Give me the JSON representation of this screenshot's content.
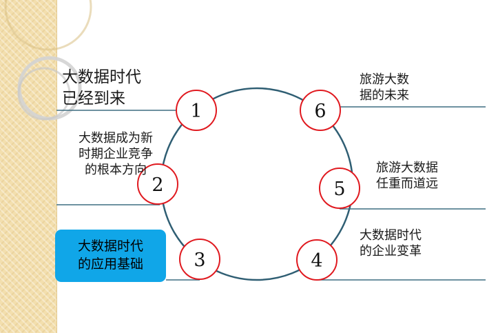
{
  "nodes": [
    {
      "number": "1",
      "label": "大数据时代\n已经到来"
    },
    {
      "number": "2",
      "label": "大数据成为新\n时期企业竞争\n的根本方向"
    },
    {
      "number": "3",
      "label": "大数据时代\n的应用基础"
    },
    {
      "number": "4",
      "label": "大数据时代\n的企业变革"
    },
    {
      "number": "5",
      "label": "旅游大数据\n任重而道远"
    },
    {
      "number": "6",
      "label": "旅游大数\n据的未来"
    }
  ],
  "colors": {
    "ring": "#2f5e73",
    "node_border": "#e0191f",
    "connector": "#3d6d80",
    "highlight": "#10a6e8",
    "side_strip": "#f3dfae"
  }
}
